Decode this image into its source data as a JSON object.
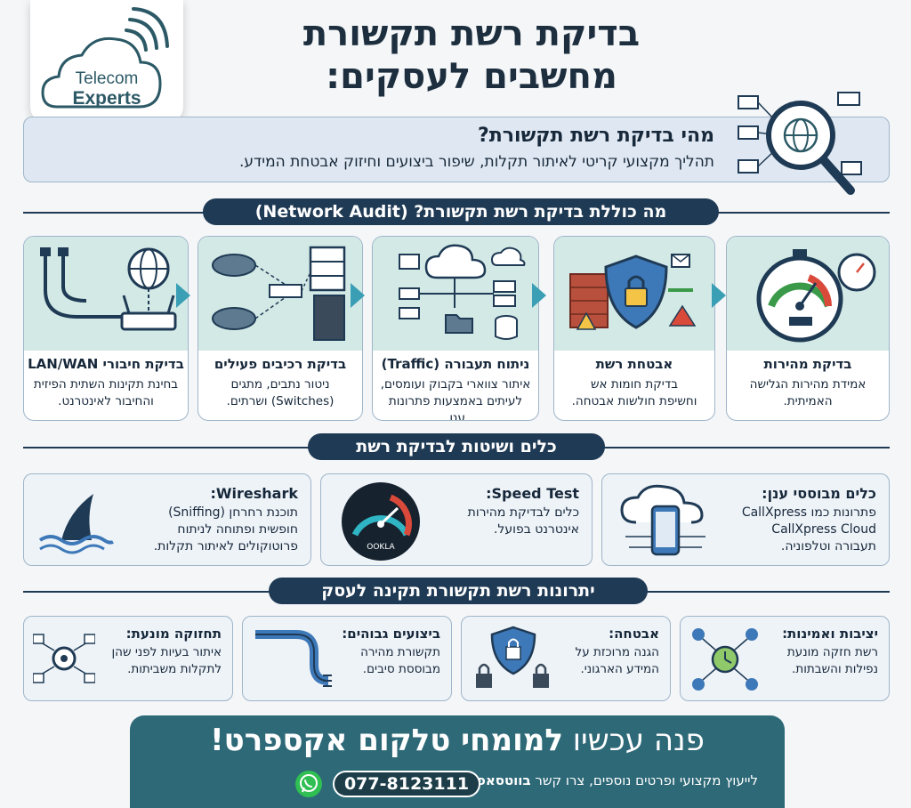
{
  "logo": {
    "line1": "Telecom",
    "line2": "Experts"
  },
  "title": {
    "line1": "בדיקת רשת תקשורת",
    "line2": "מחשבים לעסקים:"
  },
  "intro": {
    "question": "מהי בדיקת רשת תקשורת?",
    "answer": "תהליך מקצועי קריטי לאיתור תקלות, שיפור ביצועים וחיזוק אבטחת המידע."
  },
  "sections": {
    "audit": "מה כוללת בדיקת רשת תקשורת? (Network Audit)",
    "tools": "כלים ושיטות לבדיקת רשת",
    "benefits": "יתרונות רשת תקשורת תקינה לעסק"
  },
  "steps": [
    {
      "title": "בדיקת חיבורי LAN/WAN",
      "desc1": "בחינת תקינות השתית הפיזית",
      "desc2": "והחיבור לאינטרנט."
    },
    {
      "title": "בדיקת רכיבים פעילים",
      "desc1": "ניטור נתבים, מתגים",
      "desc2": "(Switches) ושרתים."
    },
    {
      "title": "ניתוח תעבורה (Traffic)",
      "desc1": "איתור צווארי בקבוק ועומסים,",
      "desc2": "לעיתים באמצעות פתרונות ענן."
    },
    {
      "title": "אבטחת רשת",
      "desc1": "בדיקת חומות אש",
      "desc2": "וחשיפת חולשות אבטחה."
    },
    {
      "title": "בדיקת מהירות",
      "desc1": "אמידת מהירות הגלישה",
      "desc2": "האמיתית."
    }
  ],
  "tools": [
    {
      "title": "Wireshark:",
      "desc1": "תוכנת רחרחן (Sniffing)",
      "desc2": "חופשית ופתוחה לניתוח",
      "desc3": "פרוטוקולים לאיתור תקלות."
    },
    {
      "title": "Speed Test:",
      "desc1": "כלים לבדיקת מהירות",
      "desc2": "אינטרנט בפועל.",
      "desc3": "",
      "gauge_label": "OOKLA"
    },
    {
      "title": "כלים מבוססי ענן:",
      "desc1": "פתרונות כמו CallXpress",
      "desc2": "CallXpress Cloud",
      "desc3": "תעבורה וטלפוניה."
    }
  ],
  "benefits": [
    {
      "title": "תחזוקה מונעת:",
      "desc1": "איתור בעיות לפני שהן",
      "desc2": "לתקלות משביתות."
    },
    {
      "title": "ביצועים גבוהים:",
      "desc1": "תקשורת מהירה",
      "desc2": "מבוססת סיבים."
    },
    {
      "title": "אבטחה:",
      "desc1": "הגנה מרוכזת על",
      "desc2": "המידע הארגוני."
    },
    {
      "title": "יציבות ואמינות:",
      "desc1": "רשת חזקה מונעת",
      "desc2": "נפילות והשבתות."
    }
  ],
  "cta": {
    "prefix": "פנה עכשיו ",
    "main": "למומחי טלקום אקספרט!",
    "sub_text": "לייעוץ מקצועי ופרטים נוספים, צרו קשר ",
    "sub_bold": "בווטסאפ",
    "phone": "077-8123111"
  },
  "colors": {
    "navy": "#1f3a54",
    "teal": "#2e6978",
    "mint": "#d3e9e6",
    "arrow": "#3a9fb4",
    "whatsapp": "#2fbf52"
  }
}
